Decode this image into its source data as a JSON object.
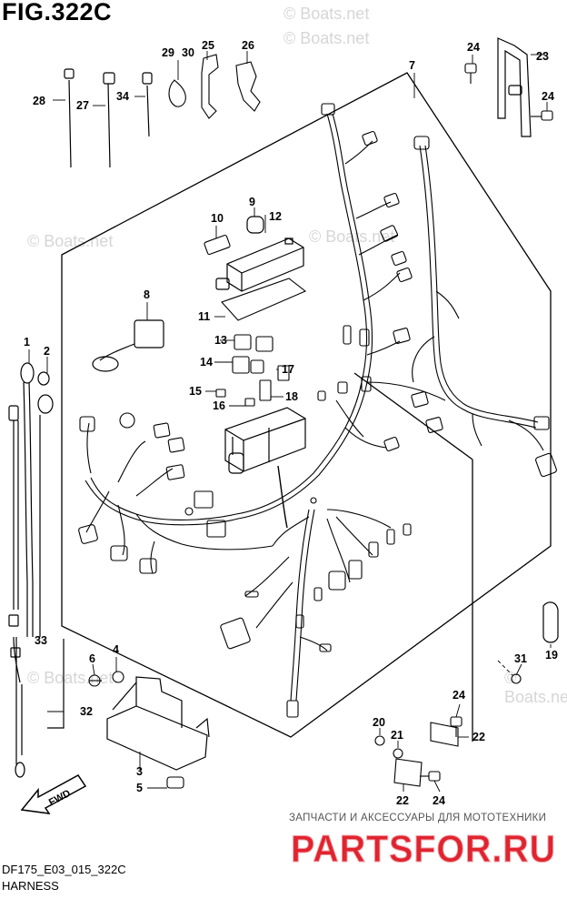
{
  "figure_title": "FIG.322C",
  "footer": {
    "code": "DF175_E03_015_322C",
    "section_name": "HARNESS"
  },
  "shop_tagline": "ЗАПЧАСТИ И АКСЕССУАРЫ ДЛЯ МОТОТЕХНИКИ",
  "shop_logo_text": "PARTSFOR.RU",
  "watermark_text": "© Boats.net",
  "fwd_label": "FWD",
  "part_callouts": [
    "1",
    "2",
    "3",
    "4",
    "5",
    "6",
    "7",
    "8",
    "9",
    "10",
    "11",
    "12",
    "13",
    "14",
    "15",
    "16",
    "17",
    "18",
    "19",
    "20",
    "21",
    "22",
    "22",
    "23",
    "24",
    "24",
    "24",
    "24",
    "25",
    "26",
    "27",
    "28",
    "29 · 30",
    "31",
    "32",
    "33",
    "34"
  ],
  "colors": {
    "line": "#000000",
    "watermark": "#d6d6d6",
    "logo_red": "#e0242f",
    "logo_outline": "#f2a7ad"
  }
}
